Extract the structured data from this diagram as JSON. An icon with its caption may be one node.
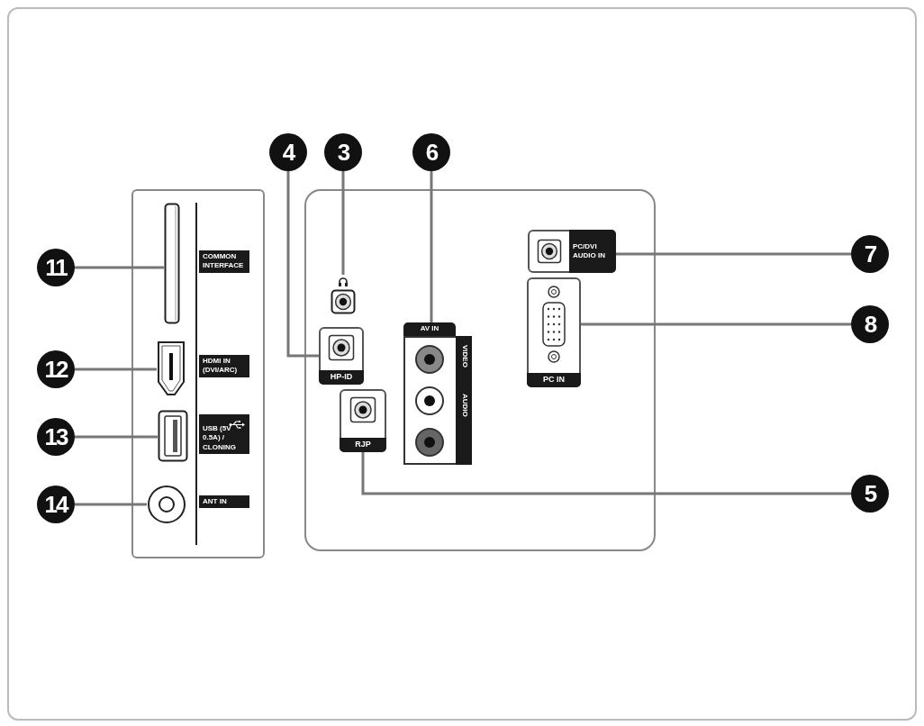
{
  "diagram": {
    "nodes": [
      {
        "text": [
          "4"
        ]
      },
      {
        "text": [
          "3"
        ]
      },
      {
        "text": [
          "6"
        ]
      },
      {
        "text": [
          "7"
        ]
      },
      {
        "text": [
          "8"
        ]
      },
      {
        "text": [
          "11"
        ]
      },
      {
        "text": [
          "12"
        ]
      },
      {
        "text": [
          "13"
        ]
      },
      {
        "text": [
          "14"
        ]
      },
      {
        "text": [
          "5"
        ]
      },
      {
        "text": [],
        "shape": "box"
      },
      {
        "text": [
          "HP-ID"
        ]
      },
      {
        "text": [
          "RJP"
        ]
      },
      {
        "text": [
          "AV IN",
          "VIDEO",
          "AUDIO"
        ]
      },
      {
        "text": [
          "PC/DVI AUDIO IN"
        ]
      },
      {
        "text": [
          "PC IN"
        ]
      },
      {
        "text": [],
        "shape": "box",
        "beside": [
          "COMMON INTERFACE"
        ]
      },
      {
        "text": [],
        "shape": "box",
        "beside": [
          "HDMI IN (DVI/ARC)"
        ]
      },
      {
        "text": [],
        "shape": "box",
        "beside": [
          "USB (5V 0.5A) / CLONING"
        ]
      },
      {
        "text": [],
        "shape": "circle",
        "beside": [
          "ANT IN"
        ]
      }
    ],
    "edges": [
      {
        "from": 0,
        "to": 11,
        "arrow": "none"
      },
      {
        "from": 1,
        "to": 10,
        "arrow": "none"
      },
      {
        "from": 2,
        "to": 13,
        "arrow": "none"
      },
      {
        "from": 3,
        "to": 14,
        "arrow": "none"
      },
      {
        "from": 4,
        "to": 15,
        "arrow": "none"
      },
      {
        "from": 5,
        "to": 16,
        "arrow": "none"
      },
      {
        "from": 6,
        "to": 17,
        "arrow": "none"
      },
      {
        "from": 7,
        "to": 18,
        "arrow": "none"
      },
      {
        "from": 8,
        "to": 19,
        "arrow": "none"
      },
      {
        "from": 9,
        "to": 12,
        "arrow": "none"
      }
    ]
  }
}
